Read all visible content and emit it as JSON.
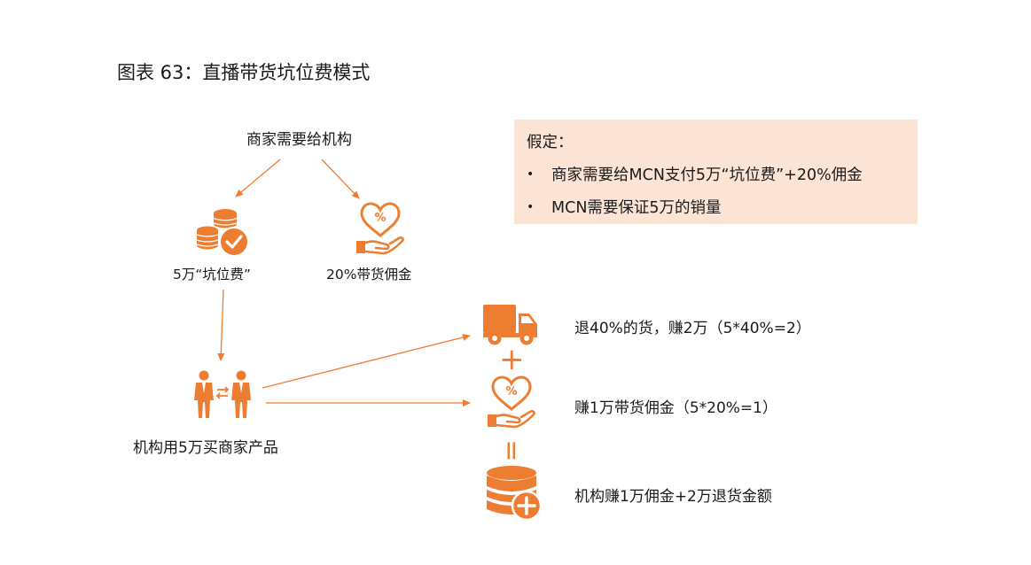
{
  "title": "图表 63：直播带货坑位费模式",
  "top_node": "商家需要给机构",
  "fee_label": "5万“坑位费”",
  "commission_label": "20%带货佣金",
  "agency_label": "机构用5万买商家产品",
  "assumption": {
    "title": "假定：",
    "items": [
      "商家需要给MCN支付5万“坑位费”+20%佣金",
      "MCN需要保证5万的销量"
    ]
  },
  "results": {
    "return_goods": "退40%的货，赚2万（5*40%=2）",
    "commission": "赚1万带货佣金（5*20%=1）",
    "total": "机构赚1万佣金+2万退货金额"
  },
  "operators": {
    "plus": "+",
    "equals": "="
  },
  "colors": {
    "accent": "#ed7d31",
    "box_bg": "#fbe3d6"
  },
  "icons": [
    "coins-check-icon",
    "hand-heart-percent-icon",
    "business-people-exchange-icon",
    "delivery-truck-icon",
    "database-plus-icon"
  ]
}
